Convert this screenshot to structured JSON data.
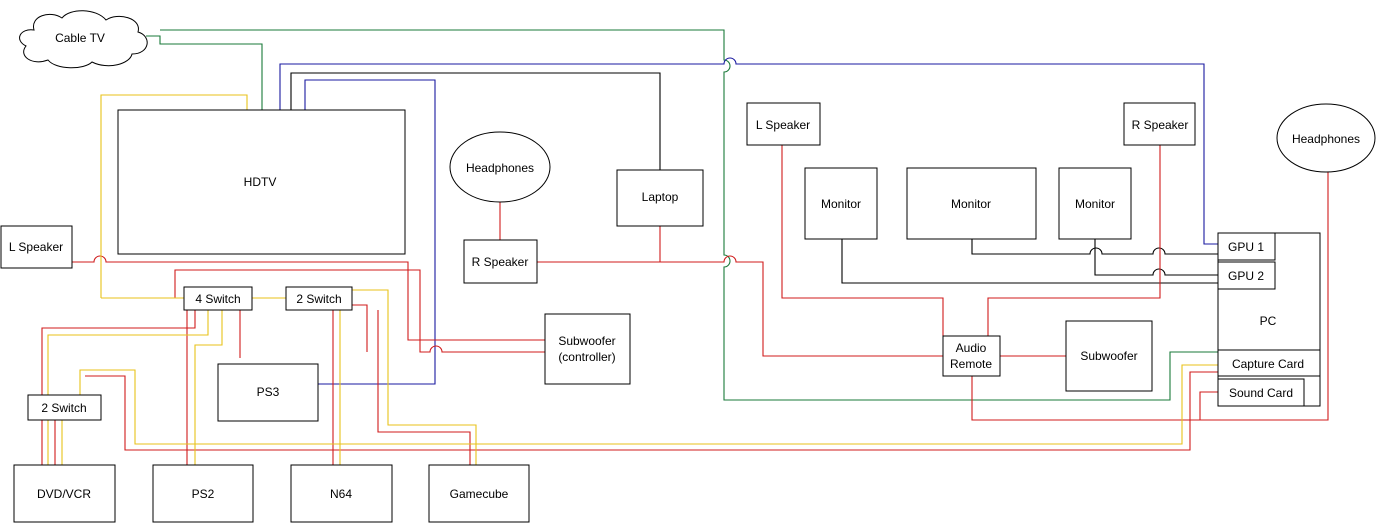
{
  "colors": {
    "red": "#d01b1b",
    "yellow": "#e8c21a",
    "blue": "#1a1aa0",
    "green": "#1a7a3a",
    "black": "#000000"
  },
  "nodes": {
    "cable_tv": "Cable TV",
    "hdtv": "HDTV",
    "l_speaker_left": "L Speaker",
    "switch4": "4 Switch",
    "switch2_top": "2 Switch",
    "switch2_left": "2 Switch",
    "ps3": "PS3",
    "dvd_vcr": "DVD/VCR",
    "ps2": "PS2",
    "n64": "N64",
    "gamecube": "Gamecube",
    "headphones_left": "Headphones",
    "r_speaker_left": "R Speaker",
    "subwoofer_controller_line1": "Subwoofer",
    "subwoofer_controller_line2": "(controller)",
    "laptop": "Laptop",
    "l_speaker_right": "L Speaker",
    "r_speaker_right": "R Speaker",
    "headphones_right": "Headphones",
    "monitor_1": "Monitor",
    "monitor_2": "Monitor",
    "monitor_3": "Monitor",
    "gpu1": "GPU 1",
    "gpu2": "GPU 2",
    "pc": "PC",
    "capture_card": "Capture Card",
    "sound_card": "Sound Card",
    "audio_remote_line1": "Audio",
    "audio_remote_line2": "Remote",
    "subwoofer_right": "Subwoofer"
  }
}
